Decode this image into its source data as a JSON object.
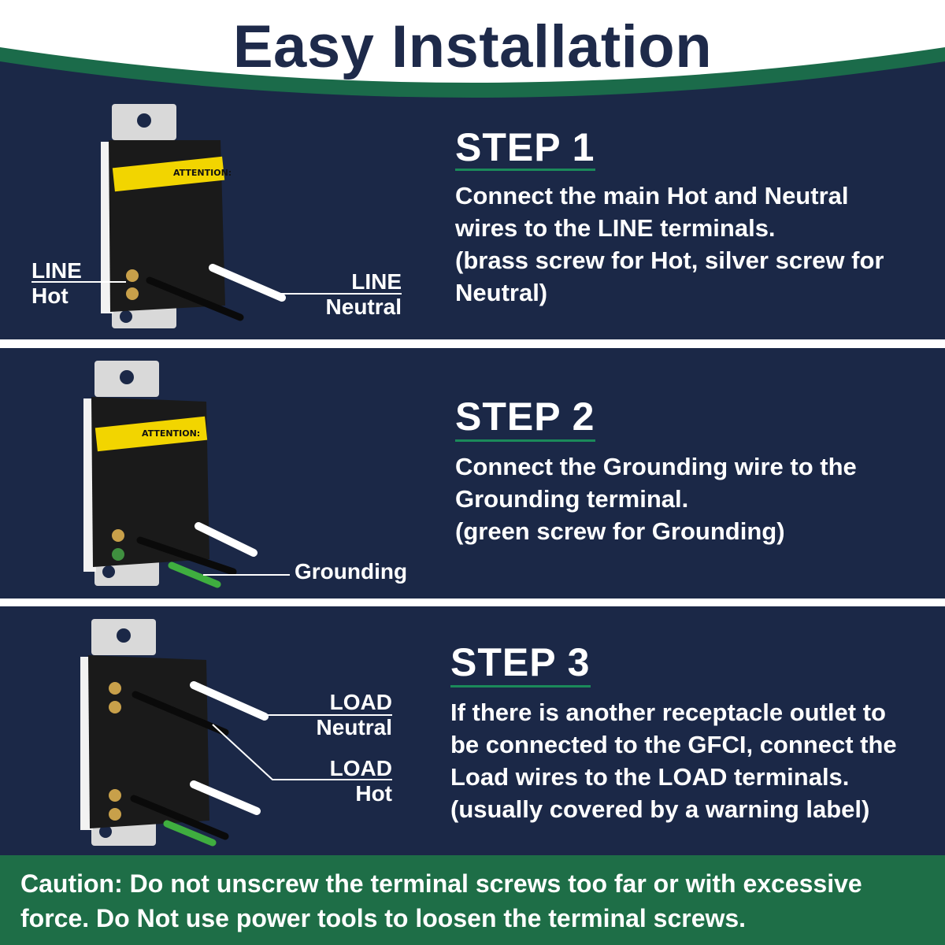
{
  "header": {
    "title": "Easy Installation",
    "colors": {
      "title": "#1e2a4a",
      "band": "#1b6b4a",
      "panel": "#1b2847"
    }
  },
  "steps": [
    {
      "title": "STEP 1",
      "lines": [
        "Connect the main Hot and Neutral",
        "wires to the LINE terminals.",
        "(brass screw for Hot, silver screw for",
        "Neutral)"
      ],
      "labels": {
        "left": [
          "LINE",
          "Hot"
        ],
        "right": [
          "LINE",
          "Neutral"
        ]
      }
    },
    {
      "title": "STEP 2",
      "lines": [
        "Connect the Grounding wire to the",
        "Grounding terminal.",
        "(green screw for Grounding)"
      ],
      "labels": {
        "ground": "Grounding"
      }
    },
    {
      "title": "STEP 3",
      "lines": [
        "If there is another receptacle outlet to",
        "be connected to the GFCI, connect the",
        "Load wires to the LOAD terminals.",
        "(usually covered by a warning label)"
      ],
      "labels": {
        "neutral": [
          "LOAD",
          "Neutral"
        ],
        "hot": [
          "LOAD",
          "Hot"
        ]
      }
    }
  ],
  "device": {
    "label_heading": "ATTENTION:",
    "icons": [
      "gfci-receptacle-icon",
      "white-wire-icon",
      "black-wire-icon",
      "green-wire-icon"
    ]
  },
  "caution": {
    "lines": [
      "Caution: Do not unscrew the terminal screws too far or with excessive",
      "force. Do Not use power tools to loosen the terminal screws."
    ]
  }
}
